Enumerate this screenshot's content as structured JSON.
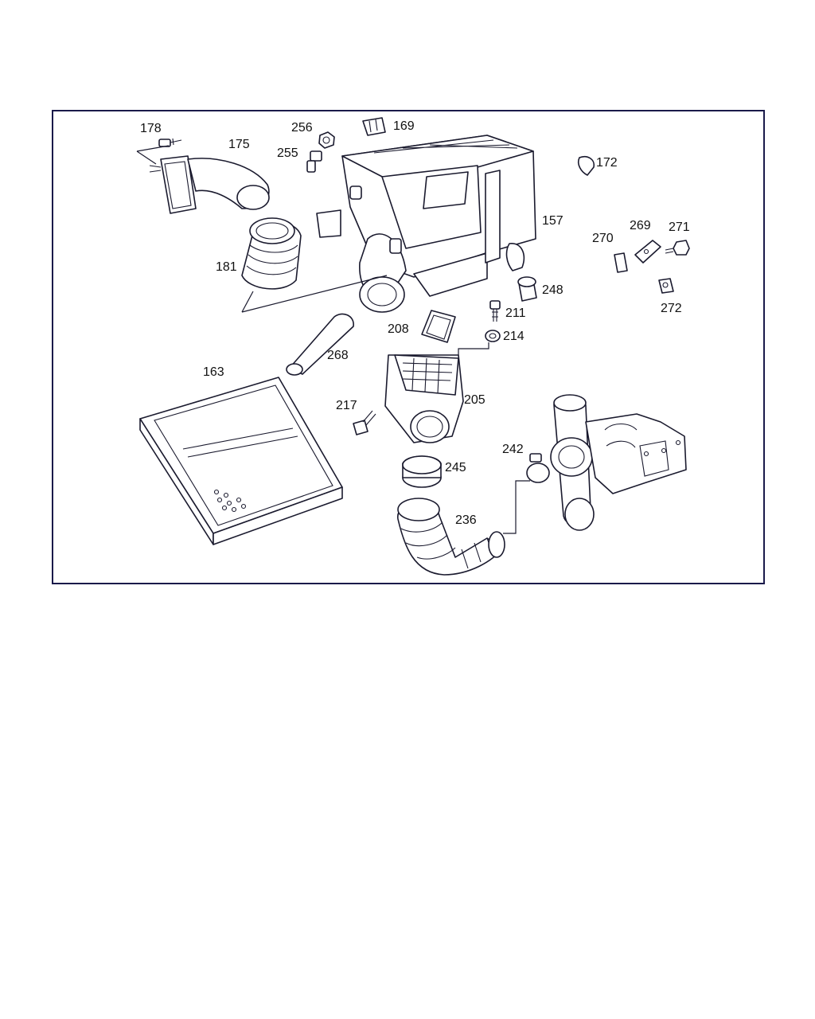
{
  "callouts": {
    "p178": "178",
    "p175": "175",
    "p256": "256",
    "p169": "169",
    "p255": "255",
    "p172": "172",
    "p157": "157",
    "p269": "269",
    "p271": "271",
    "p270": "270",
    "p181": "181",
    "p248": "248",
    "p272": "272",
    "p211": "211",
    "p208": "208",
    "p214": "214",
    "p268": "268",
    "p163": "163",
    "p205": "205",
    "p217": "217",
    "p242": "242",
    "p245": "245",
    "p236": "236"
  },
  "colors": {
    "frame": "#1a1a4a",
    "line": "#1a1a2e",
    "background": "#ffffff"
  }
}
